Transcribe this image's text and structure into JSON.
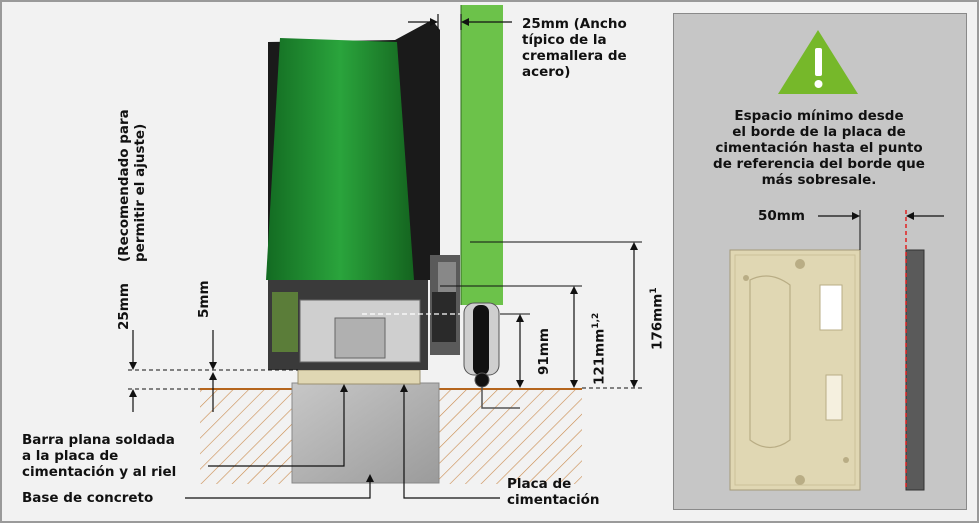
{
  "labels": {
    "rack_width": "25mm (Ancho\ntípico de la\ncremallera de\nacero)",
    "recommended": "(Recomendado para\npermitir el ajuste)",
    "dim_25mm": "25mm",
    "dim_5mm": "5mm",
    "dim_91mm": "91mm",
    "dim_121mm": "121mm",
    "dim_121mm_sup": "1,2",
    "dim_176mm": "176mm",
    "dim_176mm_sup": "1",
    "flat_bar": "Barra plana soldada\na la placa de\ncimentación y al riel",
    "concrete_base": "Base de concreto",
    "foundation_plate": "Placa de\ncimentación",
    "min_space": "Espacio mínimo desde\nel borde de la placa de\ncimentación hasta el punto\nde referencia del borde que\nmás sobresale.",
    "dim_50mm": "50mm"
  },
  "colors": {
    "motor_green": "#1f8a2e",
    "rack_green": "#6cc24a",
    "warning_green": "#76b82a",
    "plate_beige": "#e0d7b3",
    "concrete_gray": "#b4b4b4",
    "soil_brown": "#b5651d",
    "red_dashed": "#e02020"
  },
  "icons": {
    "warning": "warning-triangle-icon"
  }
}
